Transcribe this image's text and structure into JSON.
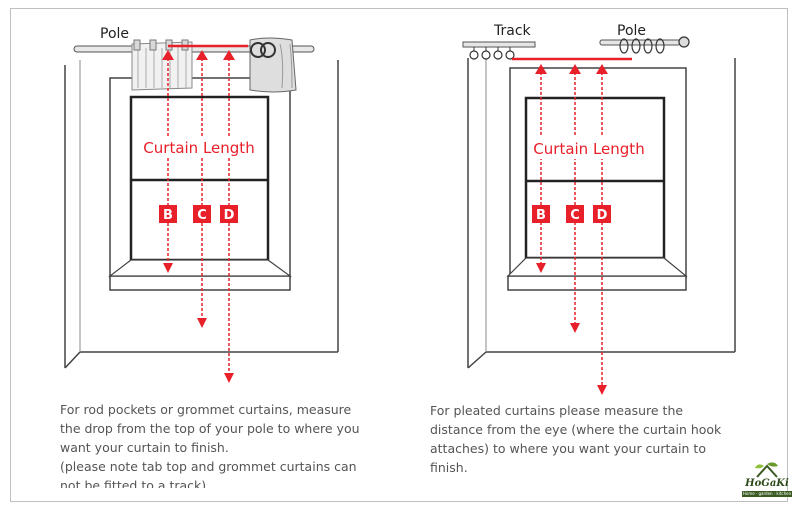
{
  "left_diagram": {
    "pole_label": "Pole",
    "length_label": "Curtain Length",
    "markers": [
      "B",
      "C",
      "D"
    ]
  },
  "right_diagram": {
    "track_label": "Track",
    "pole_label": "Pole",
    "length_label": "Curtain Length",
    "markers": [
      "B",
      "C",
      "D"
    ]
  },
  "captions": {
    "left_line1": "For rod pockets or grommet curtains, measure the drop from the top of your pole to where you want your curtain to finish.",
    "left_line2": "(please note tab top and grommet curtains can not be fitted to a track).",
    "right": "For pleated curtains please measure the distance from the eye (where the curtain hook attaches) to where you want your curtain to finish."
  },
  "logo": {
    "name": "HoGaKi",
    "tagline": "Home · garden · kitchen"
  },
  "colors": {
    "accent": "#e8202a",
    "line": "#333333",
    "text": "#555555"
  }
}
